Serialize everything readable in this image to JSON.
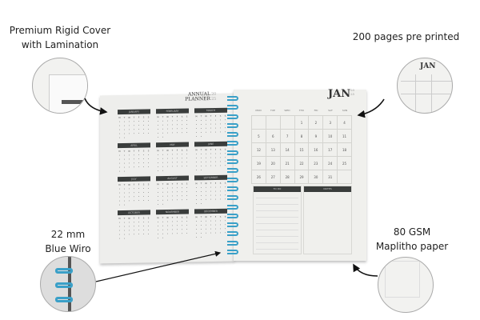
{
  "callouts": [
    {
      "id": "cover",
      "text": "Premium Rigid Cover\nwith Lamination"
    },
    {
      "id": "pages",
      "text": "200 pages pre printed"
    },
    {
      "id": "wiro",
      "text": "22 mm\nBlue Wiro"
    },
    {
      "id": "paper",
      "text": "80 GSM\nMaplitho paper"
    }
  ],
  "left_page": {
    "title": "ANNUAL\nPLANNER",
    "year": "2025",
    "months": [
      "JANUARY",
      "FEBRUARY",
      "MARCH",
      "APRIL",
      "MAY",
      "JUNE",
      "JULY",
      "AUGUST",
      "SEPTEMBER",
      "OCTOBER",
      "NOVEMBER",
      "DECEMBER"
    ],
    "weekday_initials": [
      "M",
      "T",
      "W",
      "T",
      "F",
      "S",
      "S"
    ]
  },
  "right_page": {
    "month": "JAN",
    "year": "2025",
    "weekdays": [
      "MON",
      "TUE",
      "WED",
      "THU",
      "FRI",
      "SAT",
      "SUN"
    ],
    "first_weekday_index": 3,
    "days": 31,
    "todo_label": "TO DO",
    "notes_label": "NOTES"
  },
  "colors": {
    "spiral": "#3aa0c8",
    "header_bar": "#3a3d3c",
    "paper": "#eeeeec"
  }
}
